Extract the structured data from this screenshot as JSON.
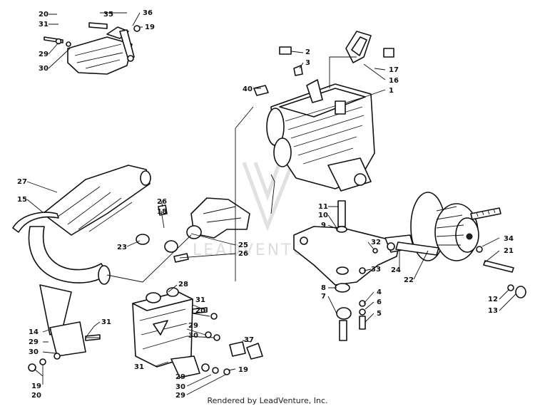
{
  "credit": "Rendered by LeadVenture, Inc.",
  "watermark": {
    "text": "LEADVENTURE"
  },
  "callouts": [
    "20",
    "31",
    "35",
    "36",
    "19",
    "29",
    "30",
    "2",
    "3",
    "40",
    "17",
    "16",
    "1",
    "27",
    "15",
    "26",
    "18",
    "23",
    "25",
    "26",
    "11",
    "10",
    "9",
    "32",
    "34",
    "21",
    "33",
    "8",
    "7",
    "4",
    "6",
    "5",
    "12",
    "13",
    "24",
    "22",
    "28",
    "31",
    "20",
    "29",
    "30",
    "37",
    "14",
    "29",
    "30",
    "31",
    "19",
    "20",
    "31",
    "29",
    "30",
    "19",
    "29"
  ]
}
